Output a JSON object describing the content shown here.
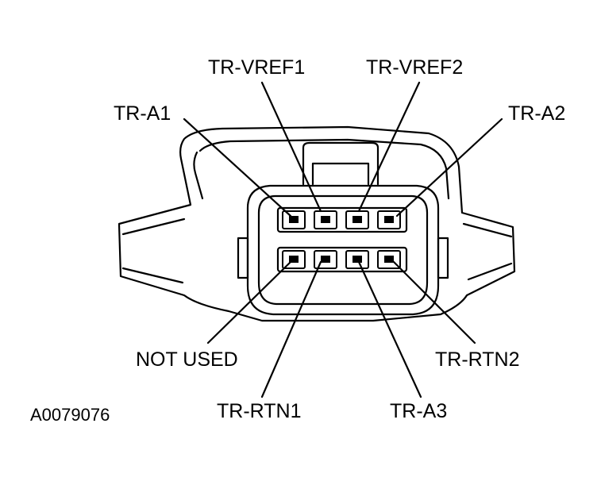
{
  "figure_id": "A0079076",
  "pins": {
    "top": [
      "TR-A1",
      "TR-VREF1",
      "TR-VREF2",
      "TR-A2"
    ],
    "bottom": [
      "NOT USED",
      "TR-RTN1",
      "TR-A3",
      "TR-RTN2"
    ]
  },
  "colors": {
    "line": "#000000",
    "background": "#ffffff"
  }
}
